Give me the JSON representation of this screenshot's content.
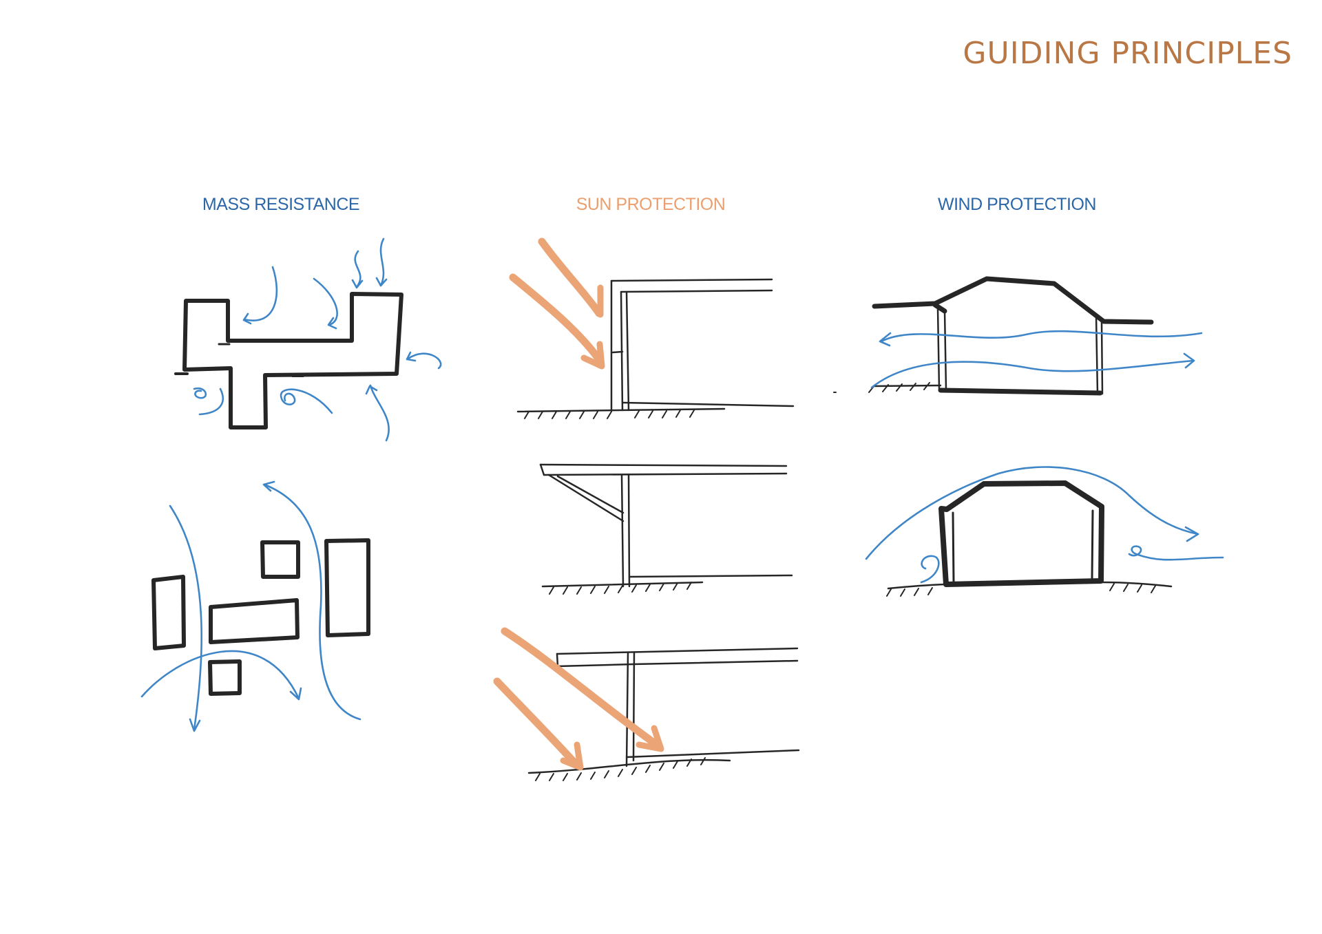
{
  "page": {
    "title": "GUIDING PRINCIPLES"
  },
  "columns": [
    {
      "label": "MASS RESISTANCE"
    },
    {
      "label": "SUN PROTECTION"
    },
    {
      "label": "WIND PROTECTION"
    }
  ],
  "colors": {
    "title": "#b87744",
    "mass_label": "#2b67a8",
    "sun_label": "#eb9f6e",
    "wind_label": "#2b67a8",
    "ink": "#262626",
    "wind_arrow": "#3f86c8",
    "sun_ray": "#eaa475"
  },
  "icons": [
    "mass-plan-sketch",
    "scattered-blocks-sketch",
    "sun-section-sketch",
    "wind-section-sketch"
  ]
}
